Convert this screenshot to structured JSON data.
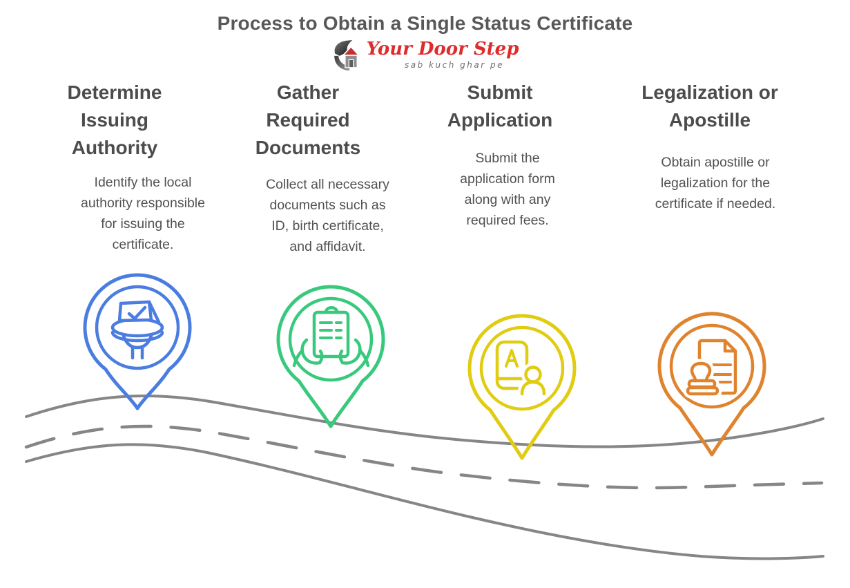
{
  "title": "Process to Obtain a Single Status Certificate",
  "logo": {
    "name": "Your Door Step",
    "tagline": "sab kuch ghar pe",
    "brand_color": "#df2b2c",
    "icon": "house-logo-icon"
  },
  "steps": [
    {
      "heading_lines": [
        "Determine",
        "Issuing",
        "Authority"
      ],
      "description_lines": [
        "Identify the local",
        "authority responsible",
        "for issuing the",
        "certificate."
      ],
      "color": "#4b7de0",
      "icon": "ballot-checkmark-pin-icon"
    },
    {
      "heading_lines": [
        "Gather",
        "Required",
        "Documents"
      ],
      "description_lines": [
        "Collect all necessary",
        "documents such as",
        "ID, birth certificate,",
        "and affidavit."
      ],
      "color": "#38c97d",
      "icon": "hands-holding-document-pin-icon"
    },
    {
      "heading_lines": [
        "Submit",
        "Application"
      ],
      "description_lines": [
        "Submit the",
        "application form",
        "along with any",
        "required fees."
      ],
      "color": "#e0cc10",
      "icon": "id-card-person-pin-icon"
    },
    {
      "heading_lines": [
        "Legalization or",
        "Apostille"
      ],
      "description_lines": [
        "Obtain apostille or",
        "legalization for the",
        "certificate if needed."
      ],
      "color": "#e0832e",
      "icon": "stamp-document-pin-icon"
    }
  ],
  "road": {
    "color": "#868686",
    "style": "two solid edges with dashed center line"
  }
}
